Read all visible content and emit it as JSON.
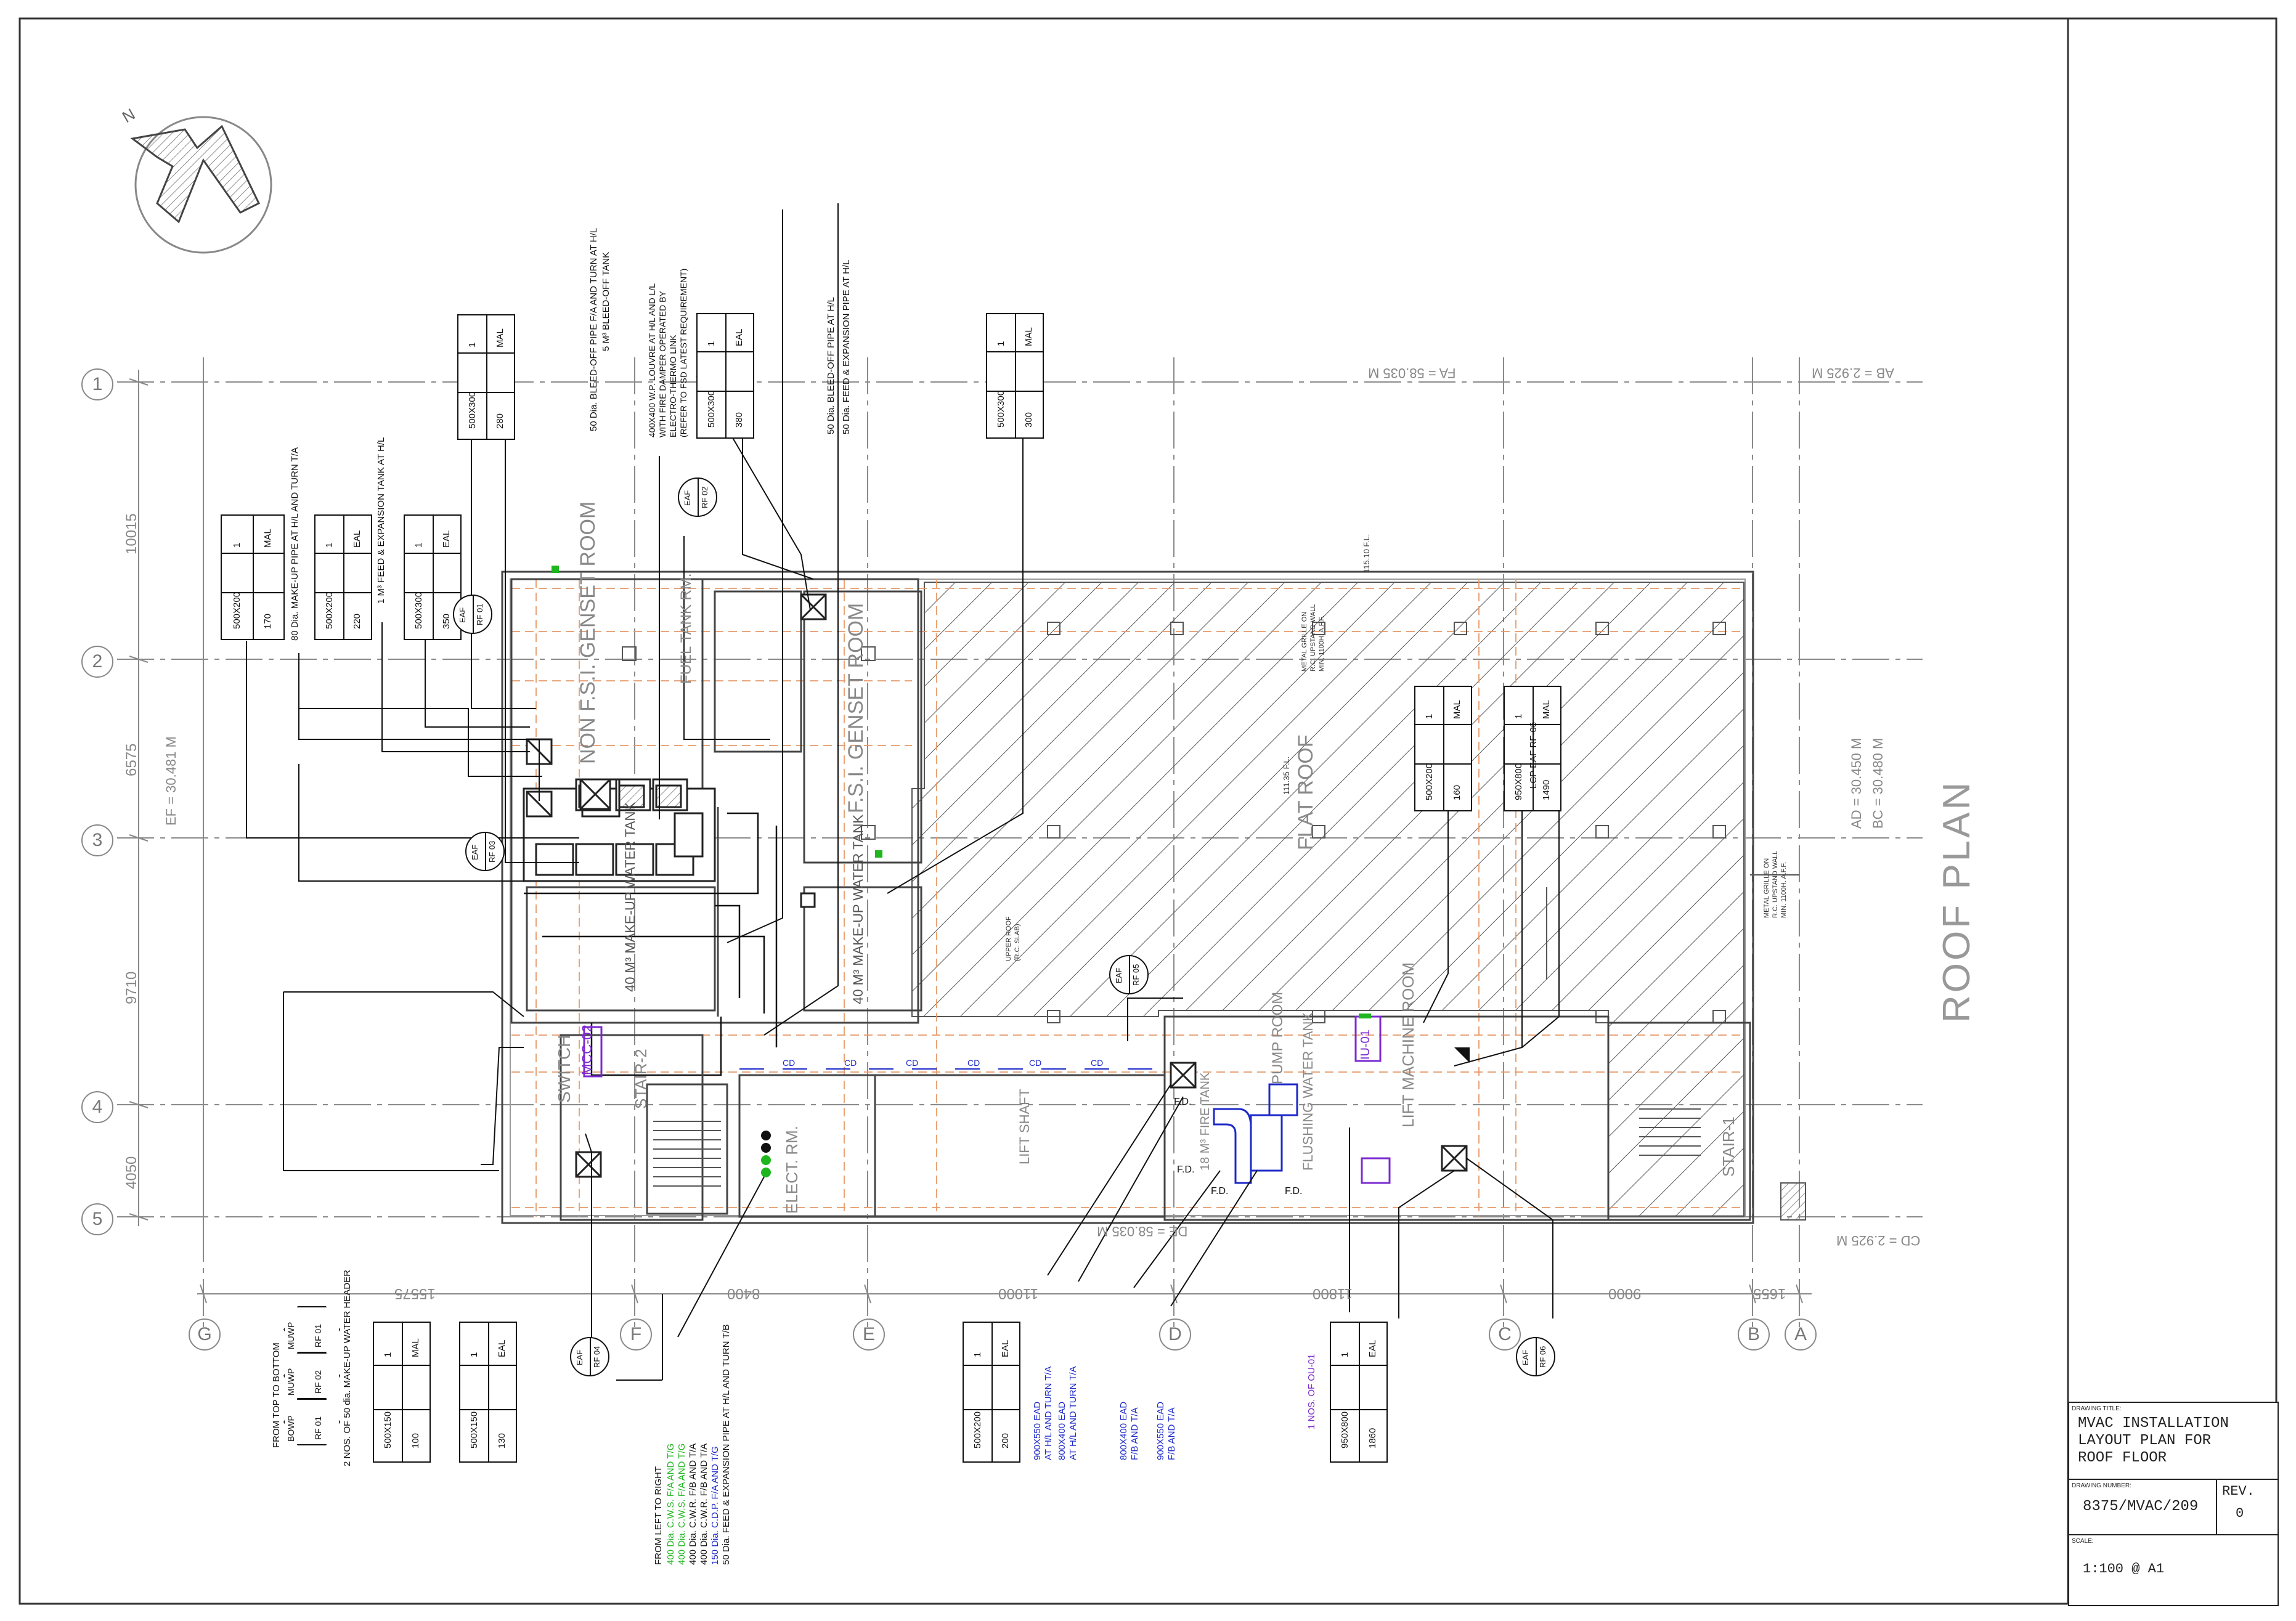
{
  "drawing": {
    "title_label": "DRAWING TITLE:",
    "title_lines": [
      "MVAC INSTALLATION",
      "LAYOUT PLAN FOR",
      "ROOF FLOOR"
    ],
    "number_label": "DRAWING NUMBER:",
    "number": "8375/MVAC/209",
    "rev_label": "REV.",
    "rev": "0",
    "scale_label": "SCALE:",
    "scale": "1:100 @ A1",
    "plan_title": "ROOF PLAN"
  },
  "grid": {
    "rows": [
      "1",
      "2",
      "3",
      "4",
      "5"
    ],
    "cols": [
      "G",
      "F",
      "E",
      "D",
      "C",
      "B",
      "A"
    ],
    "row_dims": [
      "10015",
      "6575",
      "9710",
      "4050"
    ],
    "col_dims": [
      "15575",
      "8400",
      "11000",
      "11800",
      "9000",
      "1655"
    ]
  },
  "levels": {
    "ef": "EF = 30.481 M",
    "fa": "FA = 58.035 M",
    "ab": "AB = 2.925 M",
    "ad": "AD = 30.450 M",
    "bc": "BC = 30.480 M",
    "de": "DE = 58.035 M",
    "cd": "CD = 2.925 M"
  },
  "rooms": {
    "non_fsi": "NON F.S.I. GENSET ROOM",
    "fsi": "F.S.I. GENSET ROOM",
    "fuel": "FUEL TANK RM.",
    "tank1": "40 M³ MAKE-UP WATER TANK",
    "tank2": "40 M³ MAKE-UP WATER TANK",
    "flat_roof": "FLAT ROOF",
    "switch": "SWITCH",
    "stair2": "STAIR-2",
    "stair1": "STAIR-1",
    "elect": "ELECT. RM.",
    "lift_shaft": "LIFT SHAFT",
    "lift_machine": "LIFT MACHINE ROOM",
    "pump": "PUMP ROOM",
    "flushing": "FLUSHING WATER TANK",
    "fire_tank": "18 M³ FIRE TANK",
    "mcc": "MCC-02",
    "iu": "IU-01"
  },
  "schedules": [
    {
      "id": "s-mal-170",
      "size": "500X200",
      "qty": "1",
      "type": "MAL",
      "flow": "170"
    },
    {
      "id": "s-eal-220",
      "size": "500X200",
      "qty": "1",
      "type": "EAL",
      "flow": "220"
    },
    {
      "id": "s-eal-350",
      "size": "500X300",
      "qty": "1",
      "type": "EAL",
      "flow": "350"
    },
    {
      "id": "s-mal-280",
      "size": "500X300",
      "qty": "1",
      "type": "MAL",
      "flow": "280"
    },
    {
      "id": "s-eal-380",
      "size": "500X300",
      "qty": "1",
      "type": "EAL",
      "flow": "380"
    },
    {
      "id": "s-mal-300",
      "size": "500X300",
      "qty": "1",
      "type": "MAL",
      "flow": "300"
    },
    {
      "id": "s-mal-160",
      "size": "500X200",
      "qty": "1",
      "type": "MAL",
      "flow": "160"
    },
    {
      "id": "s-mal-1490",
      "size": "950X800",
      "qty": "1",
      "type": "MAL",
      "flow": "1490"
    },
    {
      "id": "s-mal-100",
      "size": "500X150",
      "qty": "1",
      "type": "MAL",
      "flow": "100"
    },
    {
      "id": "s-eal-130",
      "size": "500X150",
      "qty": "1",
      "type": "EAL",
      "flow": "130"
    },
    {
      "id": "s-eal-200",
      "size": "500X200",
      "qty": "1",
      "type": "EAL",
      "flow": "200"
    },
    {
      "id": "s-eal-1860",
      "size": "950X800",
      "qty": "1",
      "type": "EAL",
      "flow": "1860"
    }
  ],
  "tags": {
    "rf01": [
      "EAF",
      "RF 01"
    ],
    "rf02": [
      "EAF",
      "RF 02"
    ],
    "rf03": [
      "EAF",
      "RF 03"
    ],
    "rf04": [
      "EAF",
      "RF 04"
    ],
    "rf05": [
      "EAF",
      "RF 05"
    ],
    "rf06": [
      "EAF",
      "RF 06"
    ]
  },
  "notes": {
    "n1": "80 Dia. MAKE-UP PIPE AT H/L AND TURN T/A",
    "n2": "1 M³ FEED & EXPANSION TANK AT H/L",
    "n3": "50 Dia. BLEED-OFF PIPE F/A AND TURN AT H/L",
    "n4": "5 M³ BLEED-OFF TANK",
    "n5_lines": [
      "400X400 W.P. LOUVRE AT H/L AND L/L",
      "WITH FIRE DAMPER OPERATED BY",
      "ELECTRO-THERMO LINK",
      "(REFER TO FSD LATEST REQUIREMENT)"
    ],
    "n6": "50 Dia. BLEED-OFF PIPE AT H/L",
    "n7": "50 Dia. FEED & EXPANSION PIPE AT H/L",
    "n8": "LCP EAF RF-06",
    "n9": "2 NOS. OF 50 dia. MAKE-UP WATER HEADER",
    "n10": "1 NOS. OF OU-01",
    "ttb": "FROM TOP TO BOTTOM",
    "ltr": "FROM LEFT TO RIGHT",
    "headers_top": [
      "MUWP",
      "MUWP",
      "BOWP"
    ],
    "headers_bot": [
      "RF 01",
      "RF 02",
      "RF 01"
    ],
    "pipes": [
      {
        "text": "400 Dia. C.W.S. F/A AND T/G",
        "color": "#1fb51f"
      },
      {
        "text": "400 Dia. C.W.S. F/A AND T/G",
        "color": "#1fb51f"
      },
      {
        "text": "400 Dia. C.W.R. F/B AND T/A",
        "color": "#111111"
      },
      {
        "text": "400 Dia. C.W.R. F/B AND T/A",
        "color": "#111111"
      },
      {
        "text": "150 Dia. C.D.P. F/A AND T/G",
        "color": "#1d29c9"
      },
      {
        "text": "50 Dia. FEED & EXPANSION PIPE AT H/L AND TURN T/B",
        "color": "#111111"
      }
    ],
    "ead1": [
      "900X550 EAD",
      "AT H/L AND TURN T/A"
    ],
    "ead2": [
      "800X400 EAD",
      "AT H/L AND TURN T/A"
    ],
    "ead3": [
      "800X400 EAD",
      "F/B AND T/A"
    ],
    "ead4": [
      "900X550 EAD",
      "F/B AND T/A"
    ]
  },
  "labels": {
    "fd": "F.D.",
    "grille1": [
      "METAL GRILLE ON",
      "R.C. UPSTAND WALL",
      "MIN. 1100H. A.F.F."
    ],
    "grille2": [
      "METAL GRILLE ON",
      "R.C. UPSTAND WALL",
      "MIN. 1100H. A.F.F."
    ],
    "upper_roof": [
      "UPPER ROOF",
      "(R.C. SLAB)"
    ],
    "lvl_11510": "115.10 F.L.",
    "lvl_11135": "111.35 F.L.",
    "cd": "CD"
  }
}
